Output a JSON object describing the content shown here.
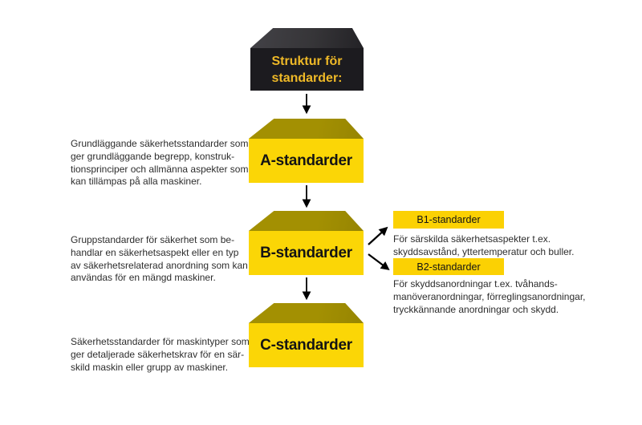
{
  "colors": {
    "yellow": "#fbd606",
    "yellow-sub": "#fbd103",
    "yellow-lid": "#a39002",
    "black-face": "#1c1b1f",
    "black-lid": "#363538",
    "gold-text": "#efb927",
    "text": "#2d2d2d",
    "arrow": "#000000"
  },
  "title_box": {
    "label": "Struktur för\nstandarder:"
  },
  "levels": [
    {
      "id": "A",
      "label": "A-standarder",
      "description": "Grundläggande säkerhetsstandarder som\nger grundläggande begrepp, konstruk-\ntionsprinciper och allmänna aspekter som\nkan tillämpas på alla maskiner."
    },
    {
      "id": "B",
      "label": "B-standarder",
      "description": "Gruppstandarder för säkerhet som be-\nhandlar en säkerhetsaspekt eller en typ\nav säkerhetsrelaterad anordning som kan\nanvändas för en mängd maskiner."
    },
    {
      "id": "C",
      "label": "C-standarder",
      "description": "Säkerhetsstandarder för maskintyper som\nger detaljerade säkerhetskrav för en sär-\nskild maskin eller grupp av maskiner."
    }
  ],
  "sub_levels": [
    {
      "id": "B1",
      "label": "B1-standarder",
      "description": "För särskilda säkerhetsaspekter t.ex.\nskyddsavstånd, yttertemperatur och buller."
    },
    {
      "id": "B2",
      "label": "B2-standarder",
      "description": "För skyddsanordningar t.ex. tvåhands-\nmanöveranordningar, förreglingsanordningar,\ntryckkännande anordningar och skydd."
    }
  ]
}
